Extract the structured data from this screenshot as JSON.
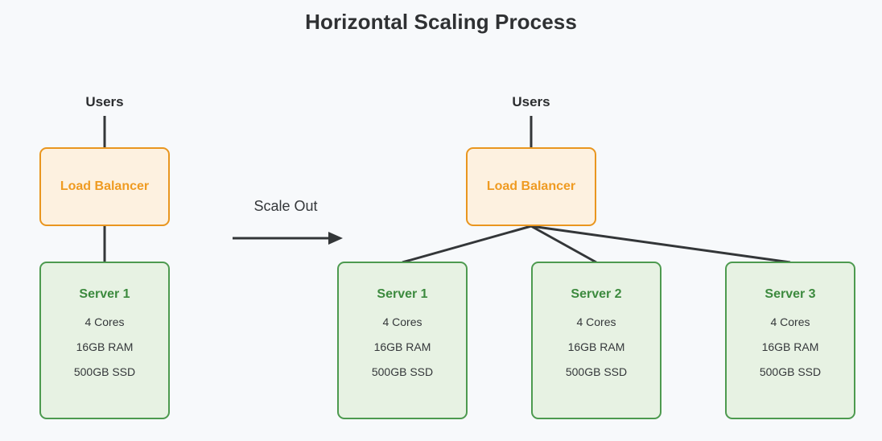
{
  "title": "Horizontal Scaling Process",
  "colors": {
    "background": "#f7f9fb",
    "title_text": "#2f3133",
    "edge": "#333638",
    "lb_border": "#e9961f",
    "lb_fill": "#fdf1e0",
    "lb_text": "#ef9b22",
    "server_border": "#4d9a4f",
    "server_fill": "#e7f2e3",
    "server_title_text": "#3c8a3e",
    "server_spec_text": "#34373a"
  },
  "transition": {
    "label": "Scale Out",
    "arrow_icon": "arrow-right-icon"
  },
  "before": {
    "users_label": "Users",
    "load_balancer": {
      "title": "Load Balancer"
    },
    "servers": [
      {
        "title": "Server 1",
        "specs": [
          "4 Cores",
          "16GB RAM",
          "500GB SSD"
        ]
      }
    ]
  },
  "after": {
    "users_label": "Users",
    "load_balancer": {
      "title": "Load Balancer"
    },
    "servers": [
      {
        "title": "Server 1",
        "specs": [
          "4 Cores",
          "16GB RAM",
          "500GB SSD"
        ]
      },
      {
        "title": "Server 2",
        "specs": [
          "4 Cores",
          "16GB RAM",
          "500GB SSD"
        ]
      },
      {
        "title": "Server 3",
        "specs": [
          "4 Cores",
          "16GB RAM",
          "500GB SSD"
        ]
      }
    ]
  }
}
